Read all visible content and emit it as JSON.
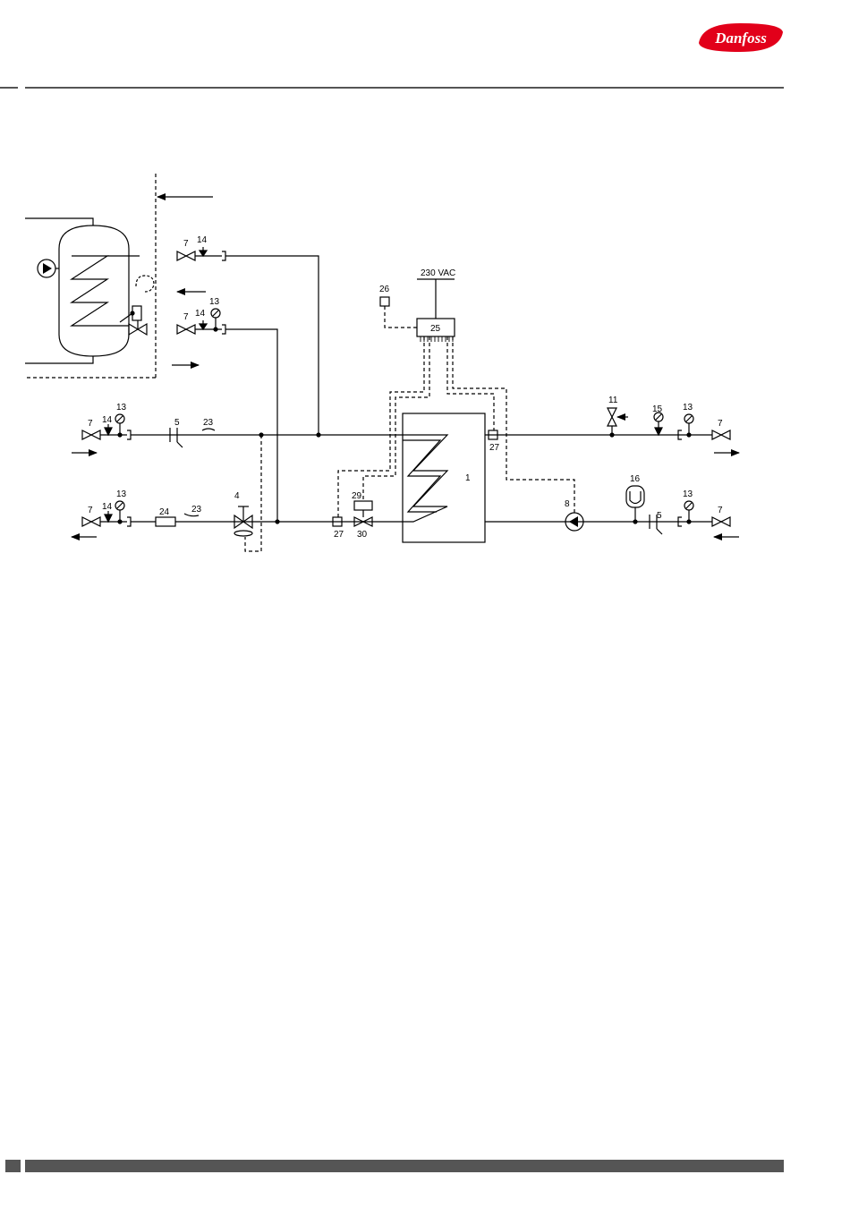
{
  "brand": {
    "name": "Danfoss",
    "color": "#e2001a"
  },
  "labels": {
    "supply": "230  VAC",
    "n1": "1",
    "n4": "4",
    "n5a": "5",
    "n5b": "5",
    "n7a": "7",
    "n7b": "7",
    "n7c": "7",
    "n7d": "7",
    "n7e": "7",
    "n7f": "7",
    "n8": "8",
    "n11": "11",
    "n13a": "13",
    "n13b": "13",
    "n13c": "13",
    "n13d": "13",
    "n13e": "13",
    "n14a": "14",
    "n14b": "14",
    "n14c": "14",
    "n14d": "14",
    "n15": "15",
    "n16": "16",
    "n23a": "23",
    "n23b": "23",
    "n24": "24",
    "n25": "25",
    "n26": "26",
    "n27a": "27",
    "n27b": "27",
    "n29": "29",
    "n30": "30"
  },
  "icons": [
    "danfoss-logo-icon",
    "pump-icon",
    "valve-icon",
    "gauge-icon",
    "arrow-icon",
    "heat-exchanger-icon",
    "expansion-vessel-icon"
  ]
}
